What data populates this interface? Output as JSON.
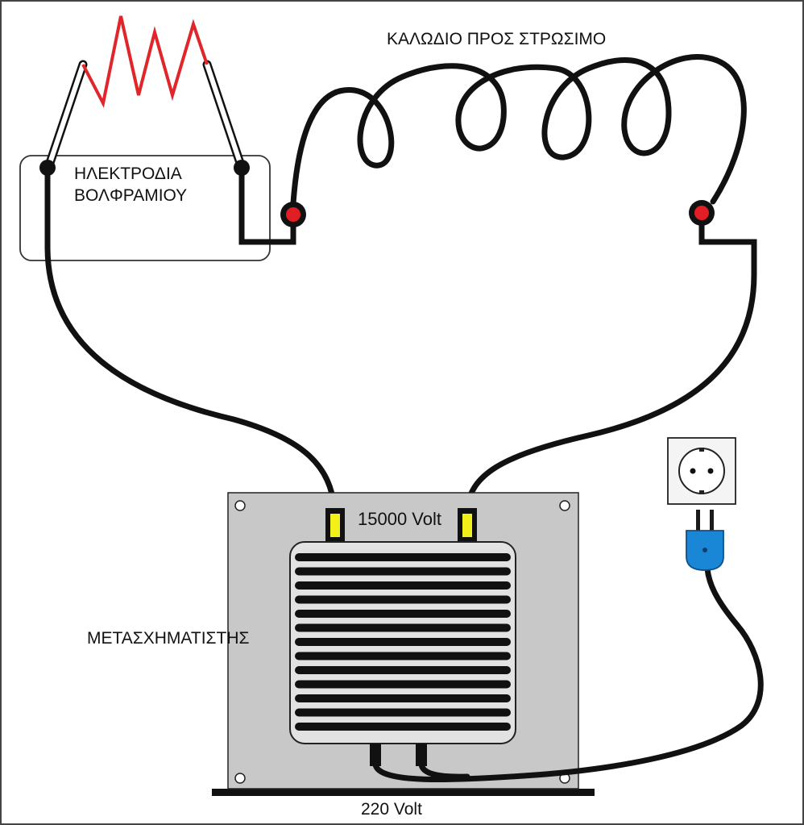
{
  "labels": {
    "electrodes_line1": "ΗΛΕΚΤΡΟΔΙΑ",
    "electrodes_line2": "ΒΟΛΦΡΑΜΙΟΥ",
    "coil_cable": "ΚΑΛΩΔΙΟ ΠΡΟΣ ΣΤΡΩΣΙΜΟ",
    "high_voltage": "15000 Volt",
    "transformer": "ΜΕΤΑΣΧΗΜΑΤΙΣΤΗΣ",
    "mains_voltage": "220 Volt"
  },
  "colors": {
    "arc": "#e0262b",
    "wire": "#111111",
    "terminal_red": "#e01e24",
    "terminal_yellow": "#f2ef1b",
    "transformer_plate": "#c8c8c8",
    "fin_panel": "#e2e2e2",
    "plug": "#1a86d6"
  },
  "icons": {
    "outlet": "wall-socket-icon",
    "plug": "power-plug-icon"
  }
}
